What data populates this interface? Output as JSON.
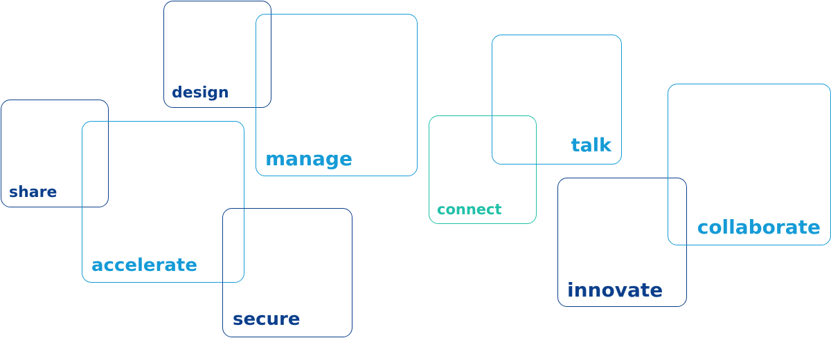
{
  "colors": {
    "navy": "#0b3f8c",
    "light_blue": "#159bd6",
    "teal": "#1fc0a7"
  },
  "tiles": {
    "share": "share",
    "design": "design",
    "accelerate": "accelerate",
    "manage": "manage",
    "secure": "secure",
    "connect": "connect",
    "talk": "talk",
    "innovate": "innovate",
    "collaborate": "collaborate"
  }
}
